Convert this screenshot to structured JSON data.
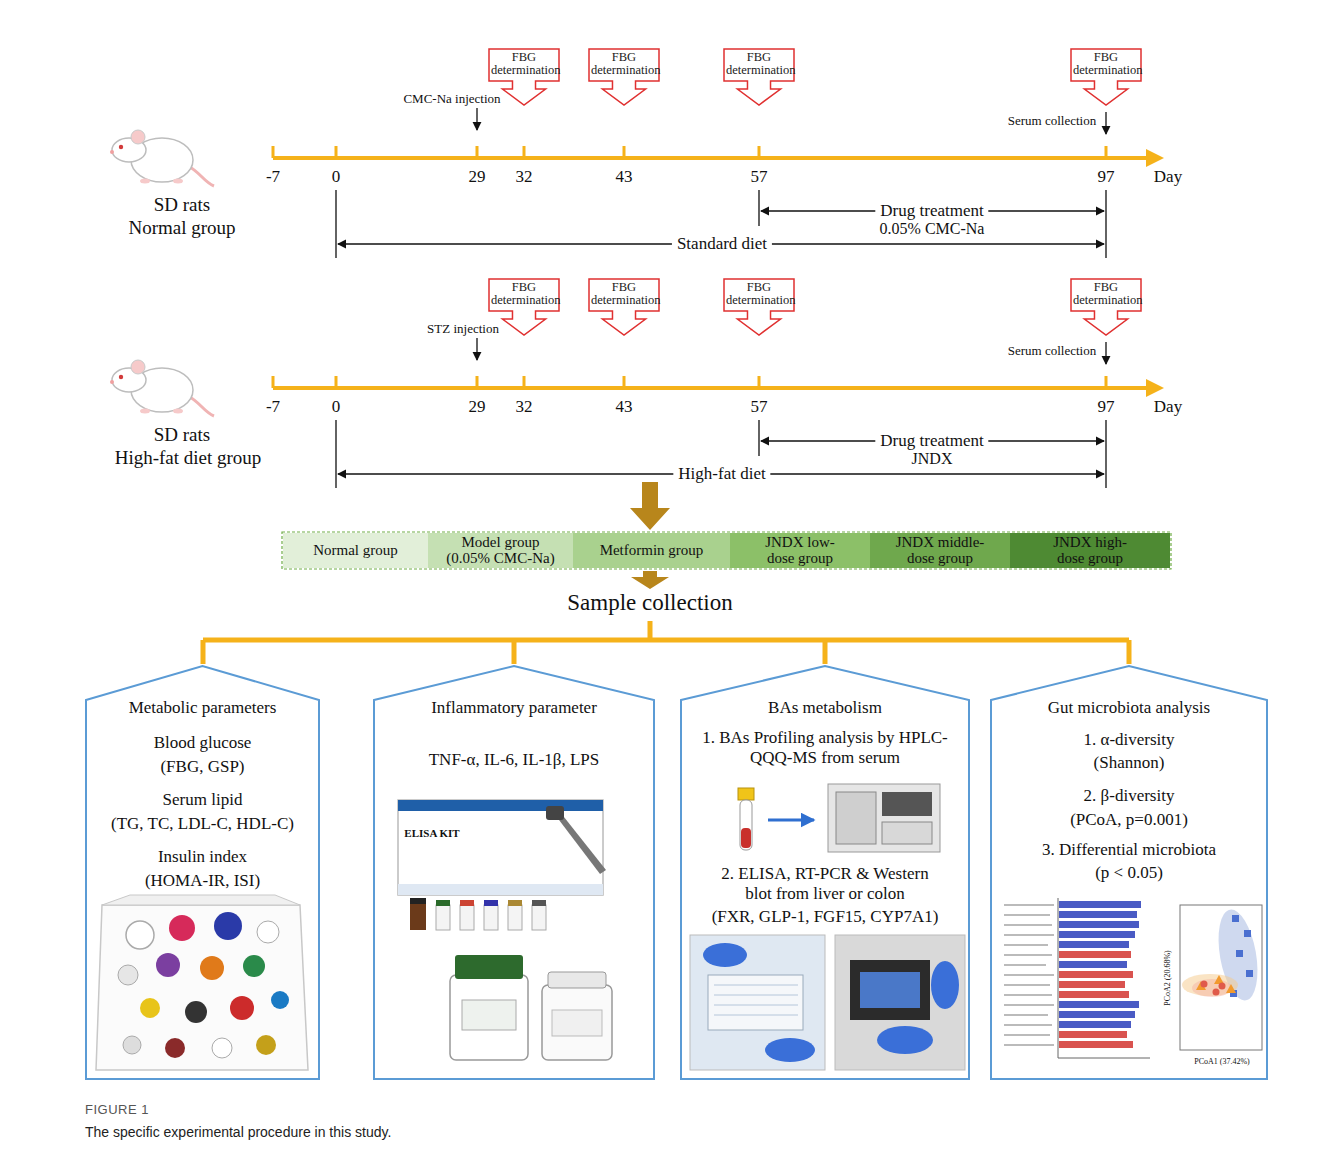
{
  "diagram": {
    "caption": "The specific experimental procedure in this study.",
    "nodes": [
      {
        "text": [
          "FBG determination"
        ]
      },
      {
        "text": [
          "FBG determination"
        ]
      },
      {
        "text": [
          "FBG determination"
        ]
      },
      {
        "text": [
          "FBG determination"
        ]
      },
      {
        "text": [
          "FBG determination"
        ]
      },
      {
        "text": [
          "FBG determination"
        ]
      },
      {
        "text": [
          "FBG determination"
        ]
      },
      {
        "text": [
          "FBG determination"
        ]
      },
      {
        "text": [
          "Normal group"
        ]
      },
      {
        "text": [
          "Model group (0.05% CMC-Na)"
        ]
      },
      {
        "text": [
          "Metformin group"
        ]
      },
      {
        "text": [
          "JNDX low-dose group"
        ]
      },
      {
        "text": [
          "JNDX middle-dose group"
        ]
      },
      {
        "text": [
          "JNDX high-dose group"
        ]
      },
      {
        "text": [
          "Metabolic parameters",
          "Blood glucose",
          "(FBG, GSP)",
          "Serum lipid",
          "(TG, TC, LDL-C, HDL-C)",
          "Insulin index",
          "(HOMA-IR, ISI)"
        ]
      },
      {
        "text": [
          "Inflammatory parameter",
          "TNF-α, IL-6, IL-1β, LPS"
        ]
      },
      {
        "text": [
          "BAs metabolism",
          "1. BAs Profiling analysis by HPLC-QQQ-MS from serum",
          "2. ELISA, RT-PCR & Western blot from liver or colon",
          "(FXR, GLP-1, FGF15, CYP7A1)"
        ]
      },
      {
        "text": [
          "Gut microbiota analysis",
          "1. α-diversity",
          "(Shannon)",
          "2. β-diversity",
          "(PCoA, p=0.001)",
          "3. Differential microbiota",
          "(p < 0.05)"
        ]
      }
    ],
    "labels": [
      "CMC-Na injection",
      "Serum collection",
      "SD rats",
      "Normal group",
      "-7",
      "0",
      "29",
      "32",
      "43",
      "57",
      "97",
      "Day",
      "Drug treatment",
      "0.05% CMC-Na",
      "Standard diet",
      "STZ injection",
      "Serum collection",
      "SD rats",
      "High-fat diet group",
      "-7",
      "0",
      "29",
      "32",
      "43",
      "57",
      "97",
      "Day",
      "Drug treatment",
      "JNDX",
      "High-fat diet",
      "Sample collection",
      "ELISA KIT",
      "PCoA2 (20.68%)",
      "PCoA1 (37.42%)",
      "FIGURE 1"
    ]
  }
}
